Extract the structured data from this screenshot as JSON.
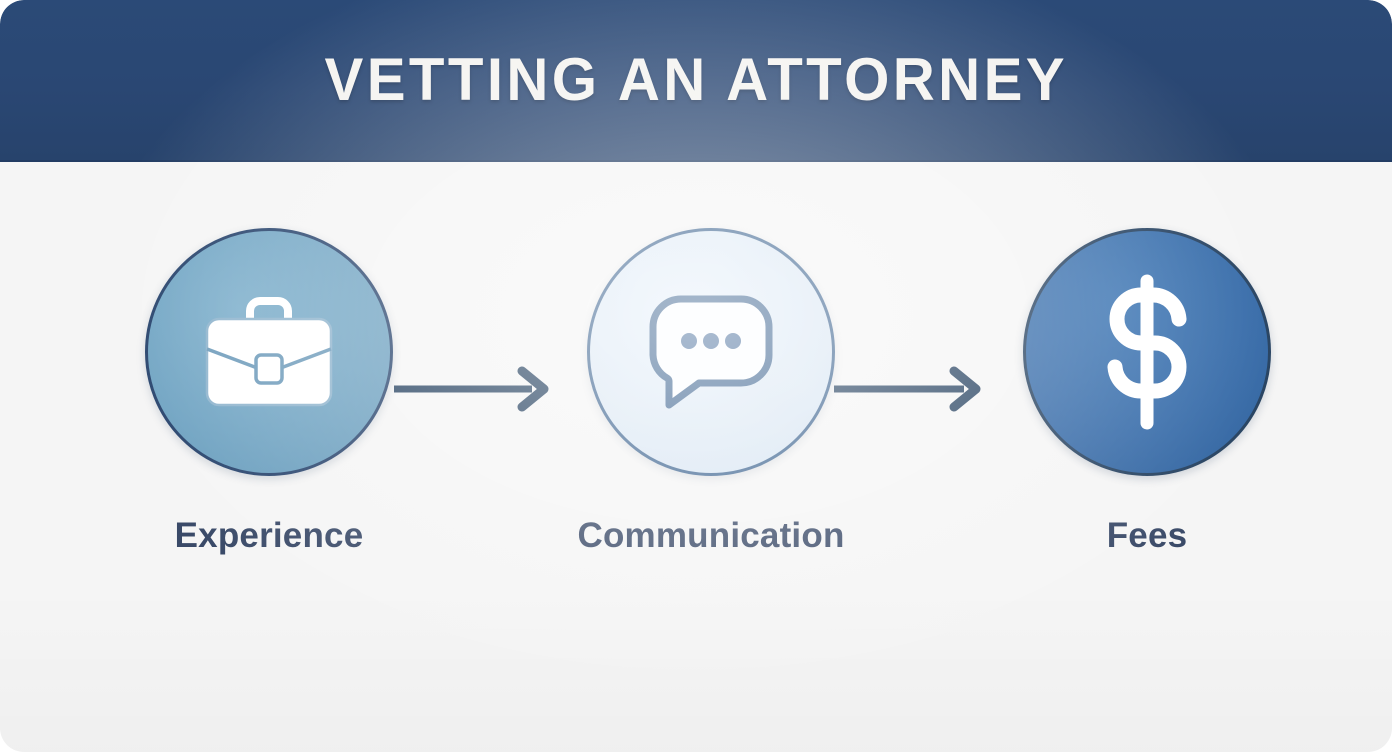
{
  "header": {
    "title": "VETTING AN ATTORNEY",
    "background_color": "#2a4773",
    "text_color": "#f4f3f0"
  },
  "canvas": {
    "background_color": "#f5f5f5"
  },
  "diagram": {
    "type": "horizontal-process-flow",
    "step_count": 3,
    "connector": "arrow-right",
    "connector_color": "#24405f",
    "steps": [
      {
        "id": "experience",
        "label": "Experience",
        "icon": "briefcase-icon",
        "circle_fill": "#6fa3c2",
        "circle_border": "#27436c",
        "icon_color": "#ffffff"
      },
      {
        "id": "communication",
        "label": "Communication",
        "icon": "speech-bubble-icon",
        "circle_fill": "#dce8f4",
        "circle_border": "#3d6490",
        "icon_color": "#3d6490"
      },
      {
        "id": "fees",
        "label": "Fees",
        "icon": "dollar-sign-icon",
        "circle_fill": "#356aa8",
        "circle_border": "#24405f",
        "icon_color": "#ffffff"
      }
    ],
    "label_color": "#3a4a68"
  }
}
